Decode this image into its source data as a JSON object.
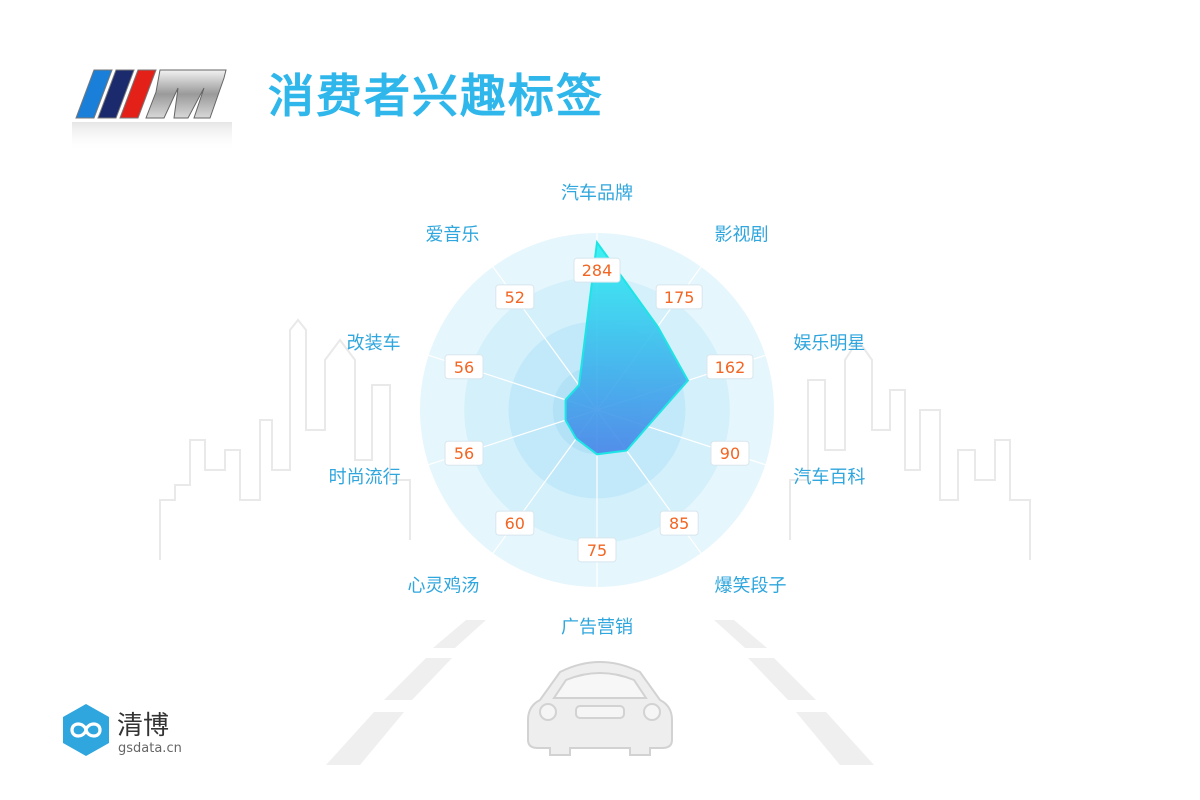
{
  "header": {
    "title": "消费者兴趣标签",
    "colors": {
      "title": "#2fb6ea"
    }
  },
  "brand_logo": {
    "stripes": [
      "#1a7fd9",
      "#1a2a6c",
      "#e32119"
    ],
    "letter": "M"
  },
  "chart_data": {
    "type": "radar",
    "title": "",
    "categories": [
      "汽车品牌",
      "影视剧",
      "娱乐明星",
      "汽车百科",
      "爆笑段子",
      "广告营销",
      "心灵鸡汤",
      "时尚流行",
      "改装车",
      "爱音乐"
    ],
    "values": [
      284,
      175,
      162,
      90,
      85,
      75,
      60,
      56,
      56,
      52
    ],
    "value_labels": [
      "284",
      "175",
      "162",
      "90",
      "85",
      "75",
      "60",
      "56",
      "56",
      "52"
    ],
    "rmax": 300,
    "rings": 4,
    "colors": {
      "fill_top": "#2ef2f2",
      "fill_bottom": "#4a86e8",
      "outline": "#1de5e5",
      "ring": "#cfeefb",
      "spokes": "#ffffff",
      "label": "#2fa6dd",
      "value": "#f26522"
    },
    "legend": "none",
    "grid": true
  },
  "footer": {
    "name": "清博",
    "domain": "gsdata.cn",
    "colors": {
      "icon": "#2fa6dd"
    }
  }
}
